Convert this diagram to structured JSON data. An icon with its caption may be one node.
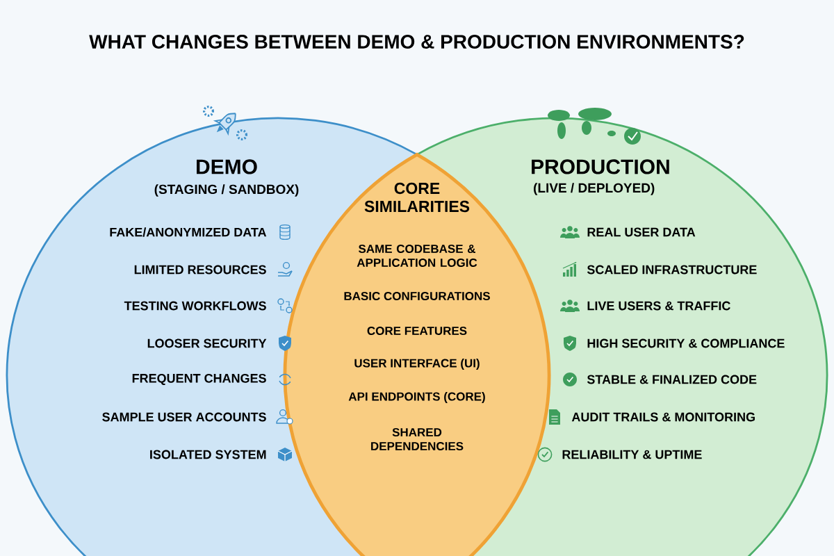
{
  "diagram": {
    "title": "WHAT CHANGES BETWEEN DEMO & PRODUCTION ENVIRONMENTS?",
    "nodes": [
      {
        "text": [
          "DEMO",
          "(STAGING / SANDBOX)",
          "FAKE/ANONYMIZED DATA",
          "LIMITED RESOURCES",
          "TESTING WORKFLOWS",
          "LOOSER SECURITY",
          "FREQUENT CHANGES",
          "SAMPLE USER ACCOUNTS",
          "ISOLATED SYSTEM"
        ]
      },
      {
        "text": [
          "PRODUCTION",
          "(LIVE / DEPLOYED)",
          "REAL USER DATA",
          "SCALED INFRASTRUCTURE",
          "LIVE USERS & TRAFFIC",
          "HIGH SECURITY & COMPLIANCE",
          "STABLE & FINALIZED CODE",
          "AUDIT TRAILS & MONITORING",
          "RELIABILITY & UPTIME"
        ]
      },
      {
        "text": [
          "CORE SIMILARITIES",
          "SAME CODEBASE & APPLICATION LOGIC",
          "BASIC CONFIGURATIONS",
          "CORE FEATURES",
          "USER INTERFACE (UI)",
          "API ENDPOINTS (CORE)",
          "SHARED DEPENDENCIES"
        ]
      }
    ]
  }
}
